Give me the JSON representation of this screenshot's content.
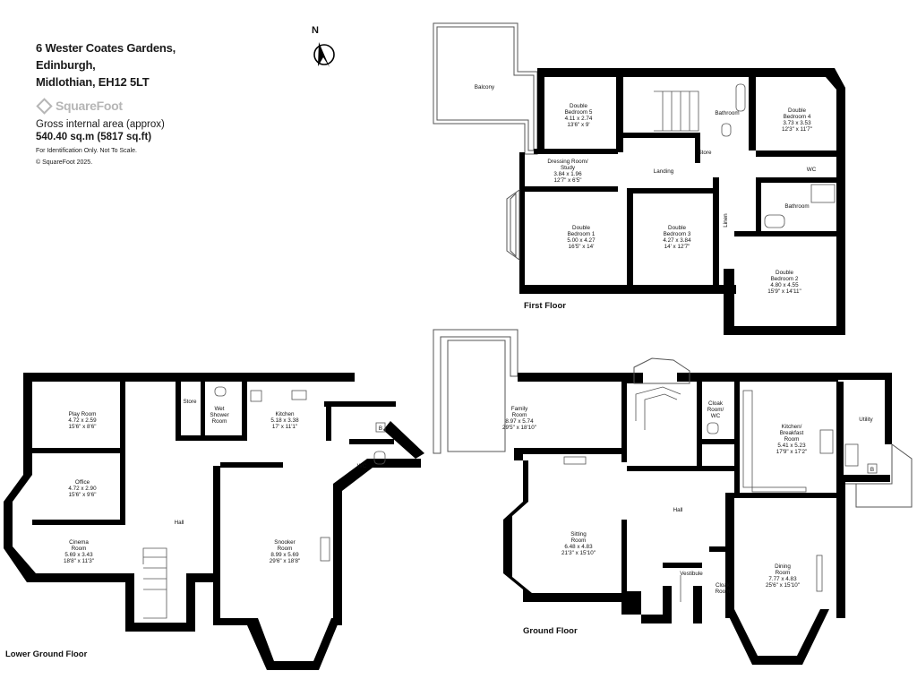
{
  "header": {
    "address_lines": [
      "6 Wester Coates Gardens,",
      "Edinburgh,",
      "Midlothian, EH12 5LT"
    ],
    "brand": "SquareFoot",
    "gross_area_label": "Gross internal area (approx)",
    "gross_area_value": "540.40 sq.m (5817 sq.ft)",
    "notes": [
      "For Identification Only. Not To Scale.",
      "© SquareFoot 2025."
    ]
  },
  "compass": {
    "label": "N",
    "icon": "north-arrow-icon"
  },
  "floors": {
    "first": {
      "label": "First Floor",
      "rooms": {
        "balcony": [
          "Balcony"
        ],
        "bed5": [
          "Double",
          "Bedroom 5",
          "4.11 x 2.74",
          "13'6\" x 9'"
        ],
        "bath_upper": [
          "Bathroom"
        ],
        "bed4": [
          "Double",
          "Bedroom 4",
          "3.73 x 3.53",
          "12'3\" x 11'7\""
        ],
        "dressing": [
          "Dressing Room/",
          "Study",
          "3.84 x 1.96",
          "12'7\" x 6'5\""
        ],
        "landing": [
          "Landing"
        ],
        "store": [
          "Store"
        ],
        "wc": [
          "WC"
        ],
        "bath_lower": [
          "Bathroom"
        ],
        "linen": [
          "Linen"
        ],
        "bed1": [
          "Double",
          "Bedroom 1",
          "5.00 x 4.27",
          "16'5\" x 14'"
        ],
        "bed3": [
          "Double",
          "Bedroom 3",
          "4.27 x 3.84",
          "14' x 12'7\""
        ],
        "bed2": [
          "Double",
          "Bedroom 2",
          "4.80 x 4.55",
          "15'9\" x 14'11\""
        ]
      }
    },
    "lower": {
      "label": "Lower Ground Floor",
      "rooms": {
        "play": [
          "Play Room",
          "4.72 x 2.59",
          "15'6\" x 8'6\""
        ],
        "office": [
          "Office",
          "4.72 x 2.90",
          "15'6\" x 9'6\""
        ],
        "cinema": [
          "Cinema",
          "Room",
          "5.69 x 3.43",
          "18'8\" x 11'3\""
        ],
        "store": [
          "Store"
        ],
        "shower": [
          "Wet",
          "Shower",
          "Room"
        ],
        "kitchen": [
          "Kitchen",
          "5.18 x 3.38",
          "17' x 11'1\""
        ],
        "hall": [
          "Hall"
        ],
        "wc": [
          "WC"
        ],
        "snooker": [
          "Snooker",
          "Room",
          "8.99 x 5.69",
          "29'6\" x 18'8\""
        ],
        "boiler": [
          "B"
        ]
      }
    },
    "ground": {
      "label": "Ground Floor",
      "rooms": {
        "family": [
          "Family",
          "Room",
          "8.97 x 5.74",
          "29'5\" x 18'10\""
        ],
        "cloak_wc": [
          "Cloak",
          "Room/",
          "WC"
        ],
        "kitchen": [
          "Kitchen/",
          "Breakfast",
          "Room",
          "5.41 x 5.23",
          "17'9\" x 17'2\""
        ],
        "utility": [
          "Utility"
        ],
        "sitting": [
          "Sitting",
          "Room",
          "6.48 x 4.83",
          "21'3\" x 15'10\""
        ],
        "hall": [
          "Hall"
        ],
        "vestibule": [
          "Vestibule"
        ],
        "cloak": [
          "Cloak",
          "Room"
        ],
        "dining": [
          "Dining",
          "Room",
          "7.77 x 4.83",
          "25'6\" x 15'10\""
        ],
        "boiler": [
          "B"
        ]
      }
    }
  }
}
